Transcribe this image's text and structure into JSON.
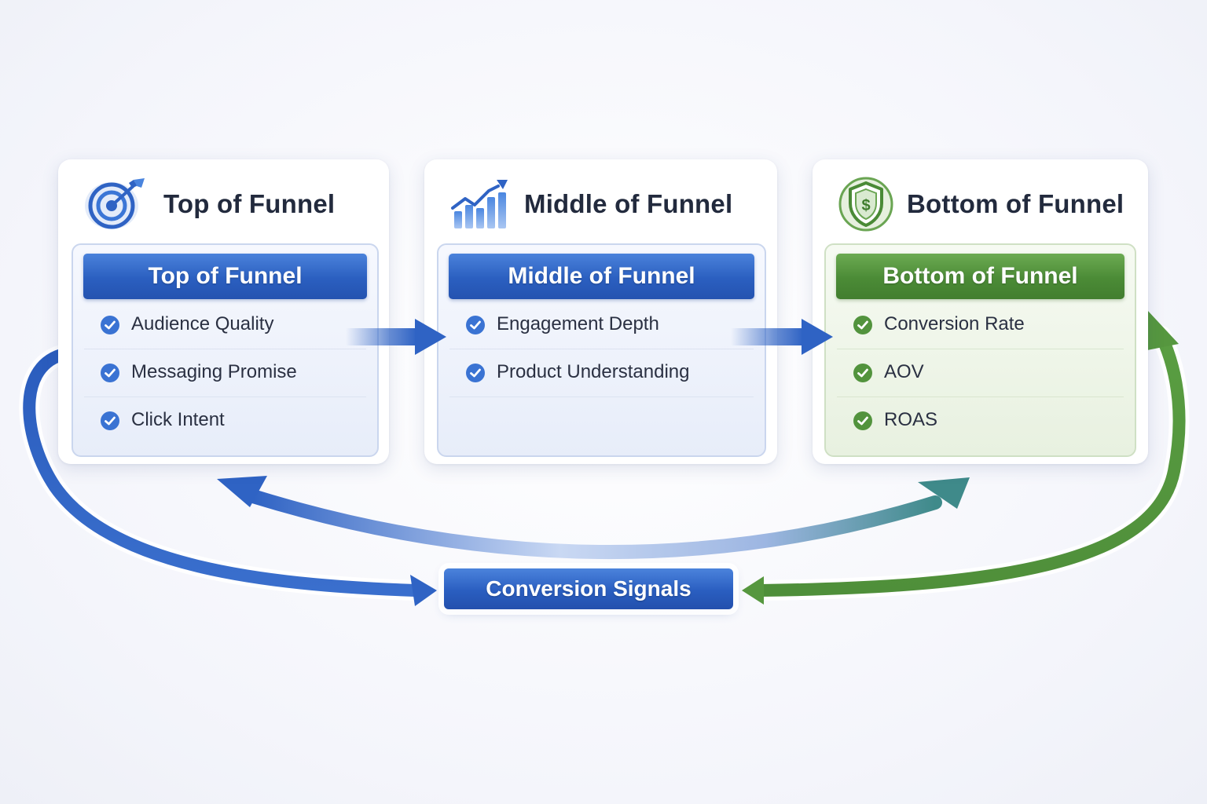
{
  "stages": [
    {
      "header_title": "Top of Funnel",
      "banner_label": "Top of Funnel",
      "icon": "target-icon",
      "accent": "#2f63c4",
      "metrics": [
        "Audience Quality",
        "Messaging Promise",
        "Click Intent"
      ]
    },
    {
      "header_title": "Middle of Funnel",
      "banner_label": "Middle of Funnel",
      "icon": "growth-chart-icon",
      "accent": "#2f63c4",
      "metrics": [
        "Engagement Depth",
        "Product Understanding"
      ]
    },
    {
      "header_title": "Bottom of Funnel",
      "banner_label": "Bottom of Funnel",
      "icon": "dollar-shield-icon",
      "accent": "#4a8a36",
      "metrics": [
        "Conversion Rate",
        "AOV",
        "ROAS"
      ]
    }
  ],
  "signals": {
    "label": "Conversion Signals",
    "color": "#2a5ec0"
  },
  "colors": {
    "blue": "#2f63c4",
    "green": "#56973f",
    "background": "#f4f5fb"
  }
}
